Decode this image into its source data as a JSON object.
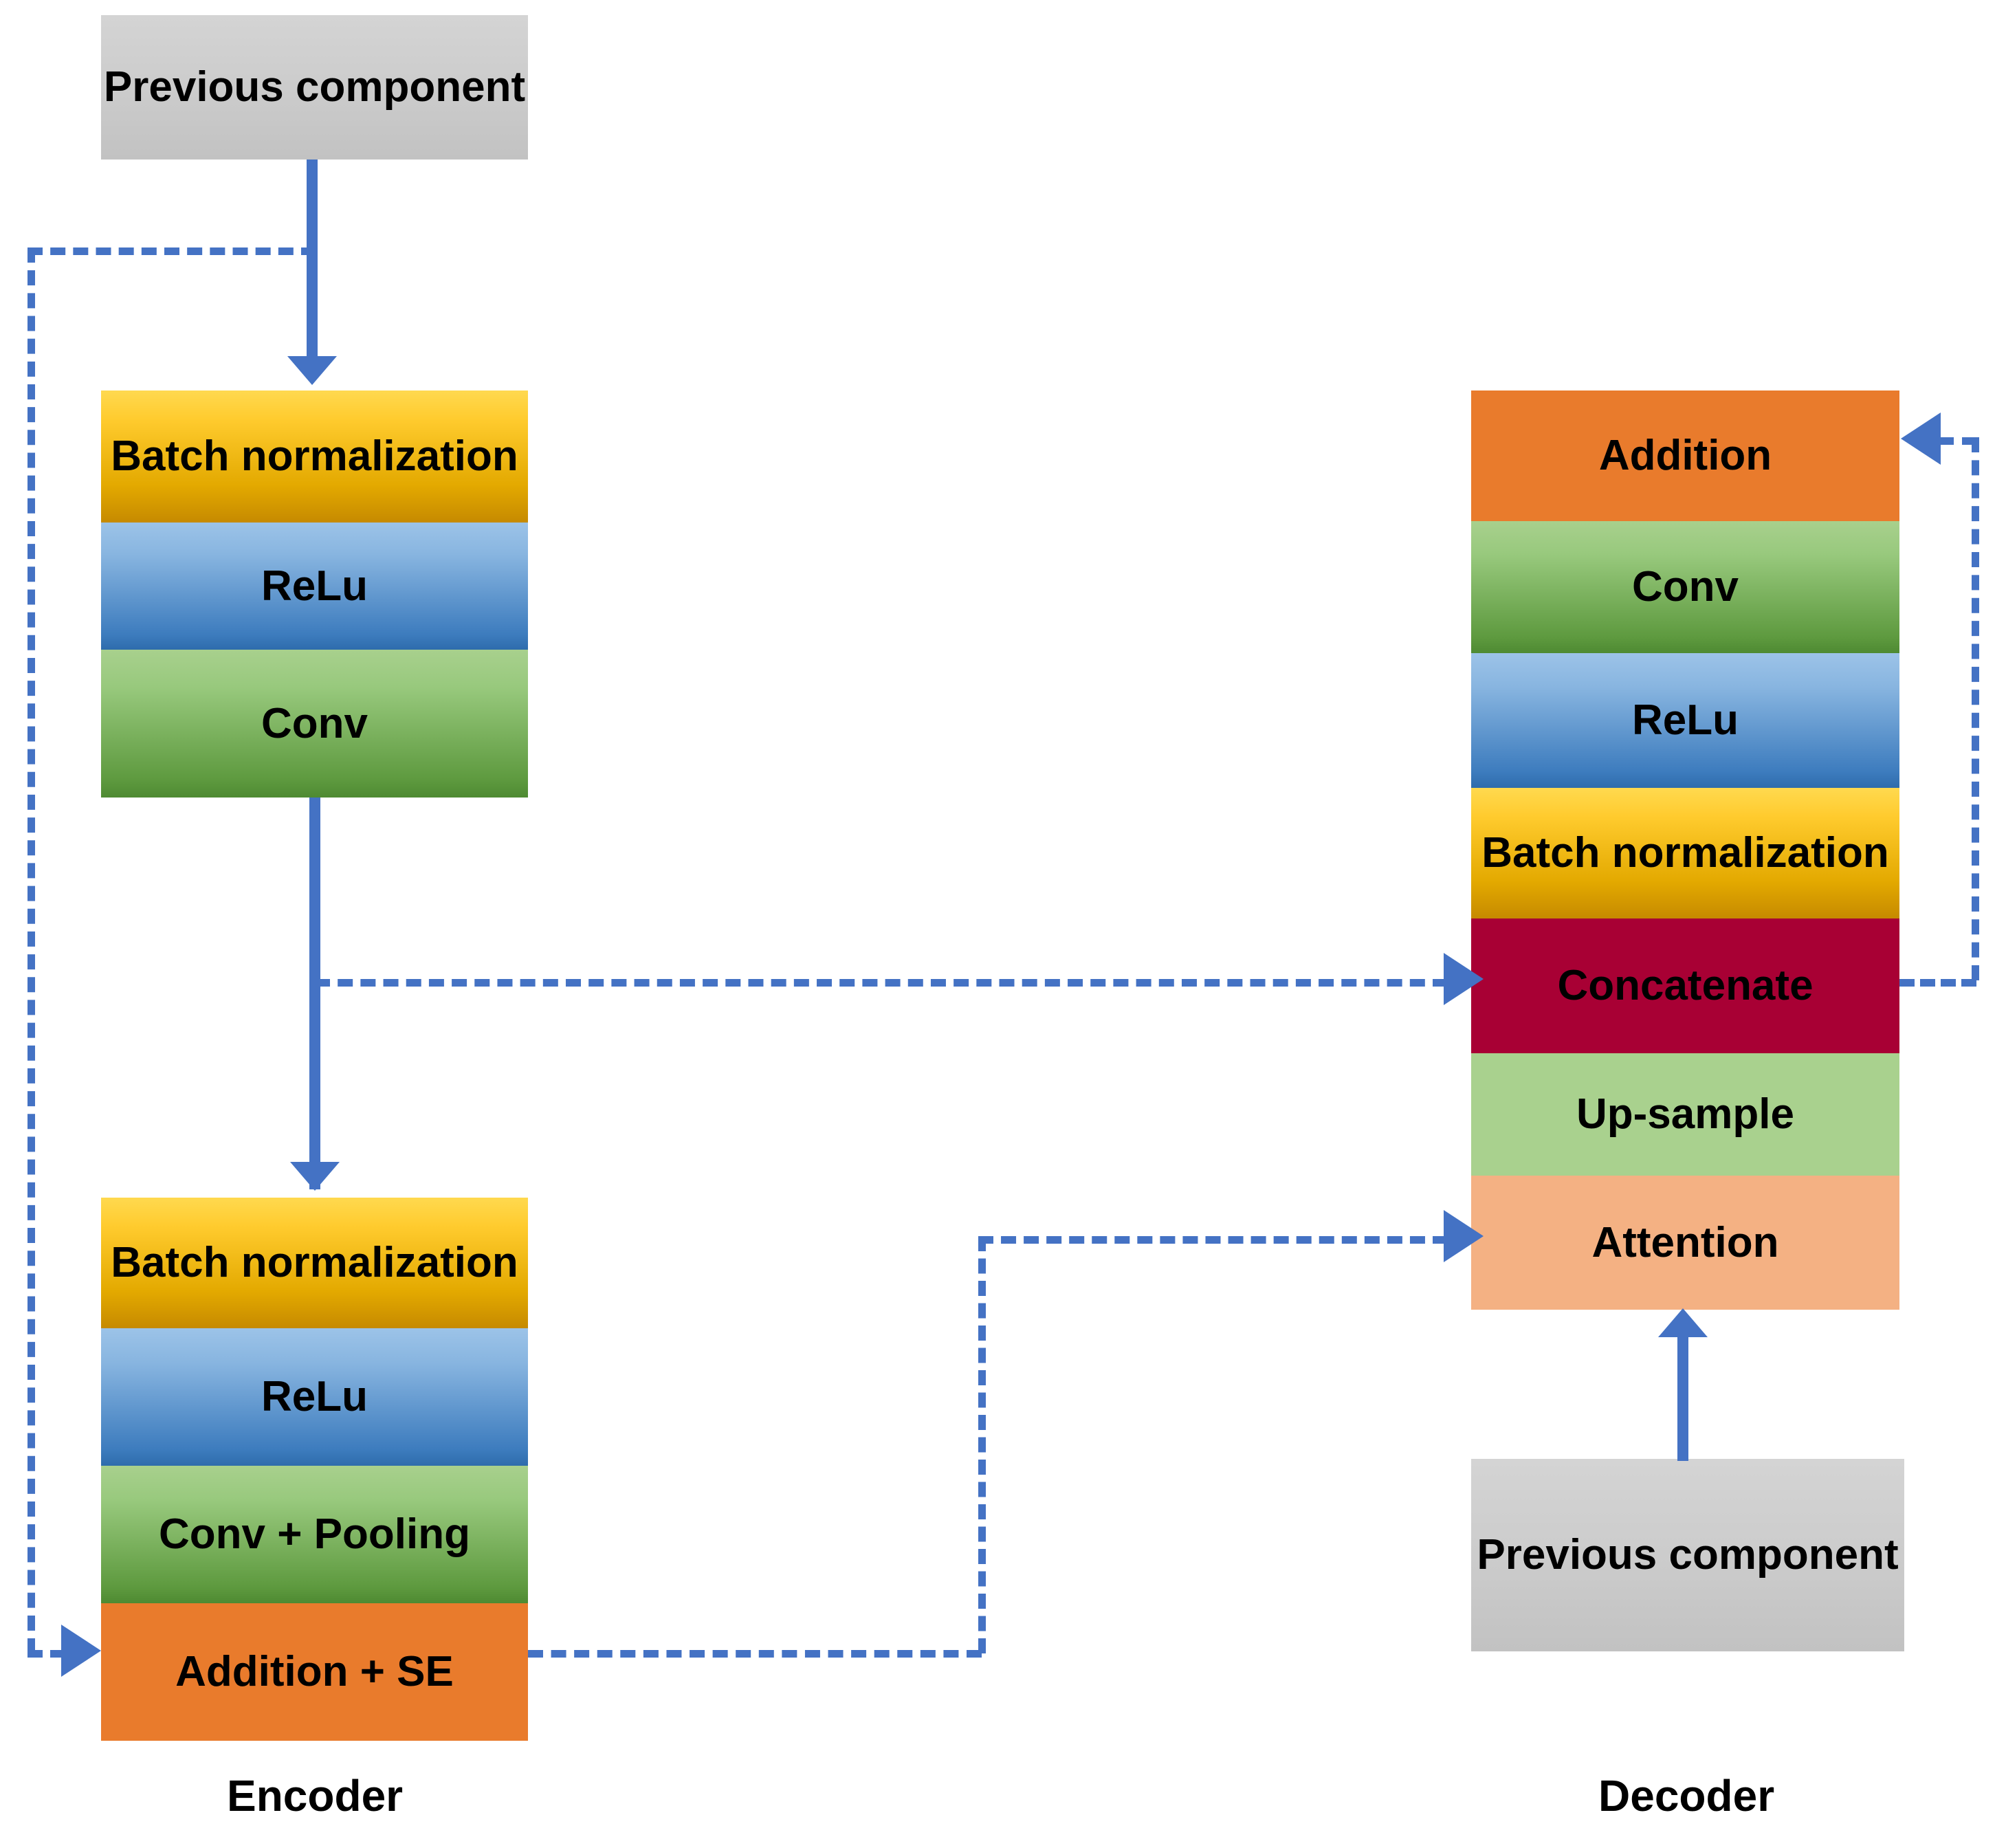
{
  "diagram": {
    "title_hidden": "",
    "captions": {
      "encoder": "Encoder",
      "decoder": "Decoder"
    },
    "colors": {
      "arrow_blue": "#4472C4",
      "batch_norm_yellow": "#FFC000",
      "relu_blue": "#5B9BD5",
      "conv_green": "#70AD47",
      "addition_orange": "#E97B2C",
      "concatenate_crimson": "#A80034",
      "upsample_light_green": "#A9D18E",
      "attention_salmon": "#F4B183",
      "previous_component_gray": "#CCCCCC"
    },
    "encoder": {
      "previous_component": {
        "label": "Previous component"
      },
      "block1": [
        {
          "label": "Batch normalization",
          "style": "batch-norm"
        },
        {
          "label": "ReLu",
          "style": "relu"
        },
        {
          "label": "Conv",
          "style": "conv"
        }
      ],
      "block2": [
        {
          "label": "Batch normalization",
          "style": "batch-norm"
        },
        {
          "label": "ReLu",
          "style": "relu"
        },
        {
          "label": "Conv + Pooling",
          "style": "conv"
        },
        {
          "label": "Addition + SE",
          "style": "addition"
        }
      ]
    },
    "decoder": {
      "stack": [
        {
          "label": "Addition",
          "style": "addition"
        },
        {
          "label": "Conv",
          "style": "conv"
        },
        {
          "label": "ReLu",
          "style": "relu"
        },
        {
          "label": "Batch normalization",
          "style": "batch-norm"
        },
        {
          "label": "Concatenate",
          "style": "concatenate"
        },
        {
          "label": "Up-sample",
          "style": "upsample"
        },
        {
          "label": "Attention",
          "style": "attention"
        }
      ],
      "previous_component": {
        "label": "Previous component"
      }
    },
    "connections": [
      {
        "from": "Previous component (encoder)",
        "to": "Batch normalization (encoder block 1)",
        "style": "solid"
      },
      {
        "from": "Conv (encoder block 1)",
        "to": "Batch normalization (encoder block 2)",
        "style": "solid"
      },
      {
        "from": "Conv (encoder block 1)",
        "to": "Concatenate (decoder)",
        "style": "dashed"
      },
      {
        "from": "Previous component (encoder)",
        "to": "Addition + SE (encoder block 2)",
        "style": "dashed"
      },
      {
        "from": "Addition + SE (encoder block 2)",
        "to": "Attention (decoder)",
        "style": "dashed"
      },
      {
        "from": "Concatenate (decoder)",
        "to": "Addition (decoder)",
        "style": "dashed"
      },
      {
        "from": "Previous component (decoder)",
        "to": "Attention (decoder)",
        "style": "solid"
      }
    ]
  }
}
